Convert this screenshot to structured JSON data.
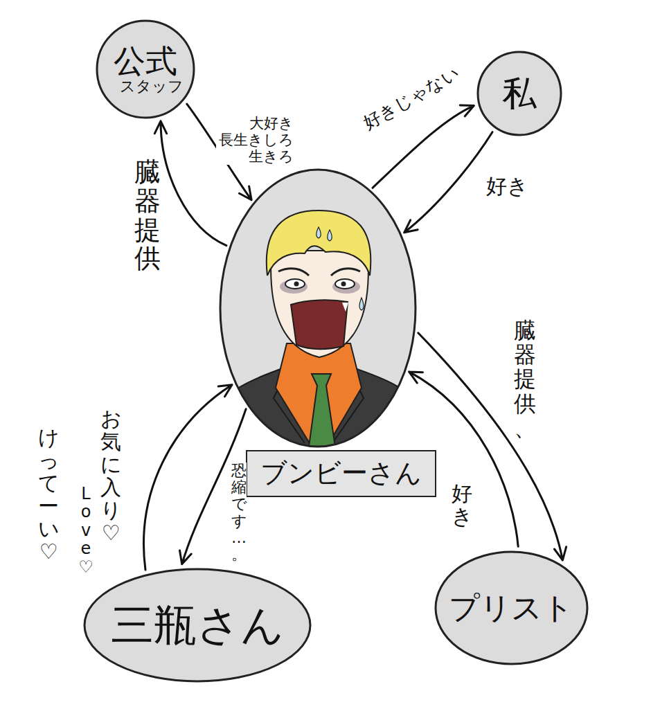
{
  "diagram": {
    "nodes": [
      {
        "text": [
          "公式",
          "スタッフ"
        ]
      },
      {
        "text": [
          "私"
        ]
      },
      {
        "text": [
          "ブンビーさん"
        ]
      },
      {
        "text": [
          "三瓶さん"
        ]
      },
      {
        "text": [
          "プリスト"
        ]
      }
    ],
    "edges": [
      {
        "from": 0,
        "to": 2,
        "label": "大好き 長生きしろ 生きろ",
        "arrow": "to"
      },
      {
        "from": 2,
        "to": 0,
        "label": "臓器提供",
        "arrow": "to"
      },
      {
        "from": 2,
        "to": 1,
        "label": "好きじゃない",
        "arrow": "to"
      },
      {
        "from": 1,
        "to": 2,
        "label": "好き",
        "arrow": "to"
      },
      {
        "from": 2,
        "to": 4,
        "label": "臓器提供、",
        "arrow": "to"
      },
      {
        "from": 4,
        "to": 2,
        "label": "好き",
        "arrow": "to"
      },
      {
        "from": 3,
        "to": 2,
        "label": "お気に入り♡ Love♡ けってーい♡",
        "arrow": "to"
      },
      {
        "from": 2,
        "to": 3,
        "label": "恐縮です…。",
        "arrow": "to"
      }
    ]
  }
}
